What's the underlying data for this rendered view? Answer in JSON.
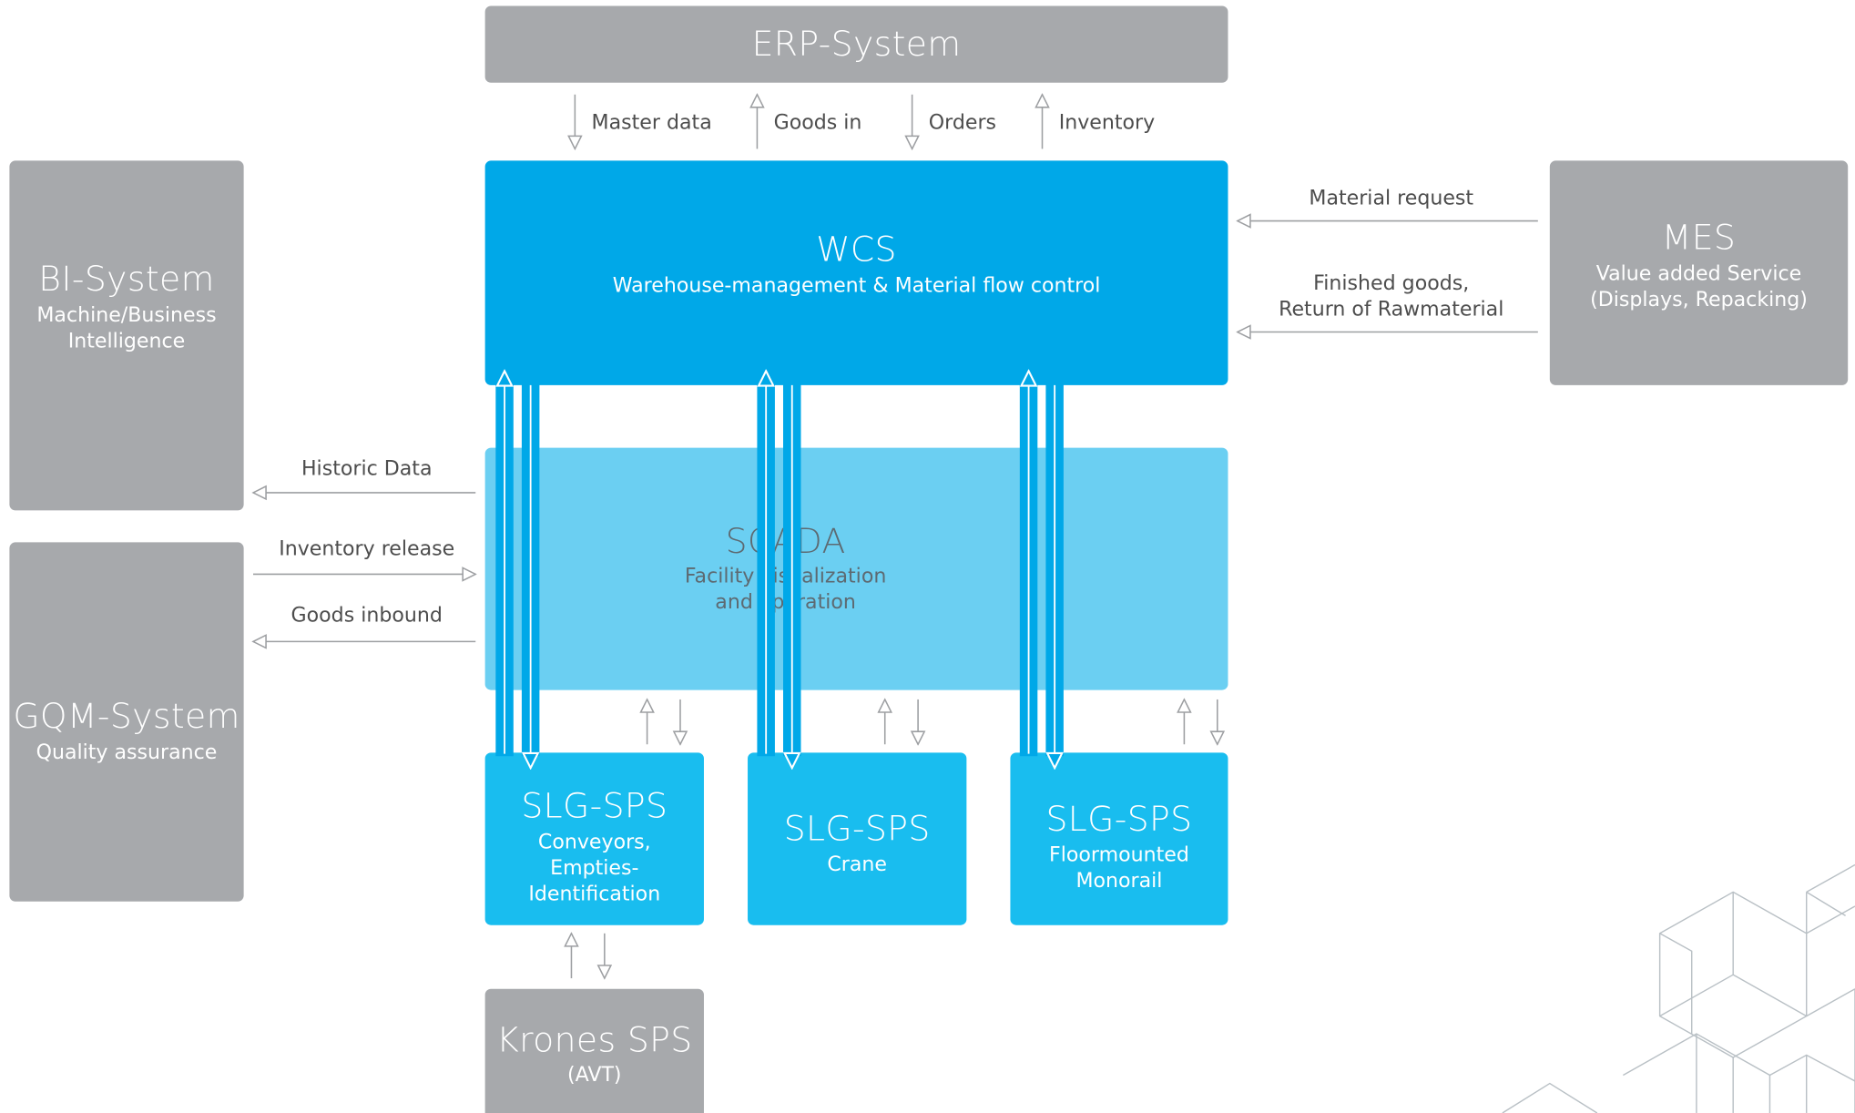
{
  "colors": {
    "external_system": "#a7a9ac",
    "wcs": "#00a8e8",
    "scada": "#6bcff2",
    "plc": "#19bdef",
    "arrow": "#9d9fa2",
    "hex_pattern": "#b9c0c5"
  },
  "erp": {
    "title": "ERP-System"
  },
  "wcs": {
    "title": "WCS",
    "subtitle": "Warehouse-management & Material flow control"
  },
  "scada": {
    "title": "SCADA",
    "subtitle": "Facility visualization\nand operation"
  },
  "bi": {
    "title": "BI-System",
    "subtitle": "Machine/Business\nIntelligence"
  },
  "gqm": {
    "title": "GQM-System",
    "subtitle": "Quality assurance"
  },
  "mes": {
    "title": "MES",
    "subtitle": "Value added Service\n(Displays, Repacking)"
  },
  "sps_conveyors": {
    "title": "SLG-SPS",
    "subtitle": "Conveyors,\nEmpties-Identification"
  },
  "sps_crane": {
    "title": "SLG-SPS",
    "subtitle": "Crane"
  },
  "sps_monorail": {
    "title": "SLG-SPS",
    "subtitle": "Floormounted\nMonorail"
  },
  "krones": {
    "title": "Krones SPS",
    "subtitle": "(AVT)"
  },
  "flows": {
    "master_data": "Master data",
    "goods_in": "Goods in",
    "orders": "Orders",
    "inventory": "Inventory",
    "material_request": "Material request",
    "finished_goods": "Finished goods,\nReturn of Rawmaterial",
    "historic_data": "Historic Data",
    "inventory_release": "Inventory release",
    "goods_inbound": "Goods inbound"
  }
}
